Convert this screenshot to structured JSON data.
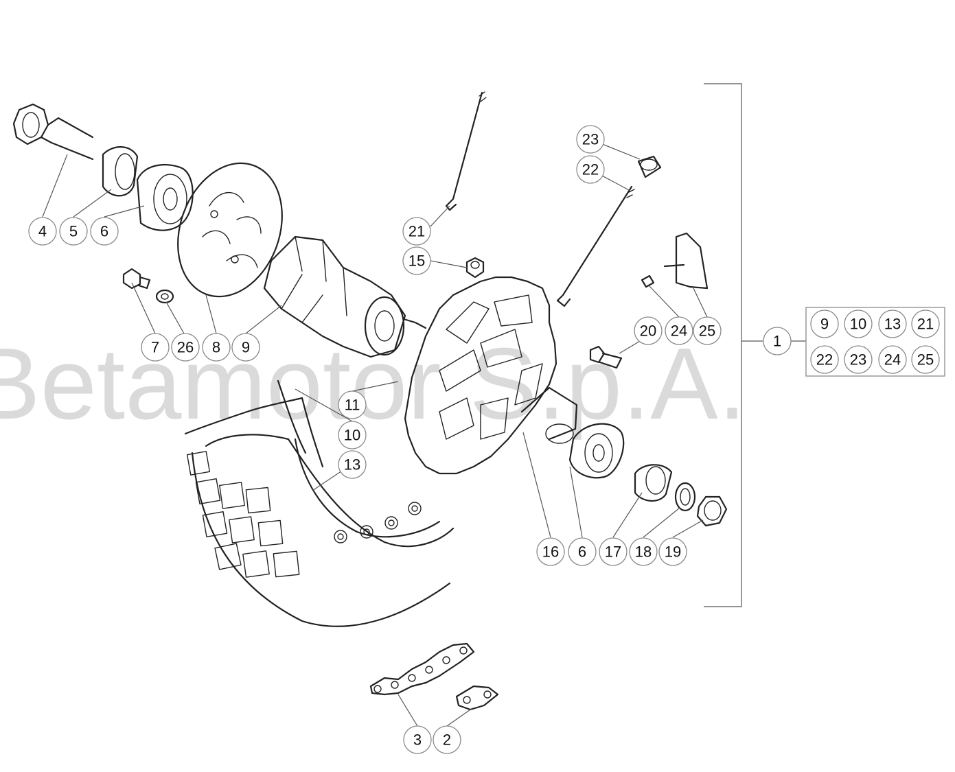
{
  "watermark": "Betamotor S.p.A.",
  "callouts": {
    "c1": "1",
    "c2": "2",
    "c3": "3",
    "c4": "4",
    "c5": "5",
    "c6a": "6",
    "c6b": "6",
    "c7": "7",
    "c8": "8",
    "c9": "9",
    "c10": "10",
    "c11": "11",
    "c13": "13",
    "c15": "15",
    "c16": "16",
    "c17": "17",
    "c18": "18",
    "c19": "19",
    "c20": "20",
    "c21": "21",
    "c22": "22",
    "c23": "23",
    "c24": "24",
    "c25": "25",
    "c26": "26"
  },
  "kit": {
    "items": [
      "9",
      "10",
      "13",
      "21",
      "22",
      "23",
      "24",
      "25"
    ]
  }
}
